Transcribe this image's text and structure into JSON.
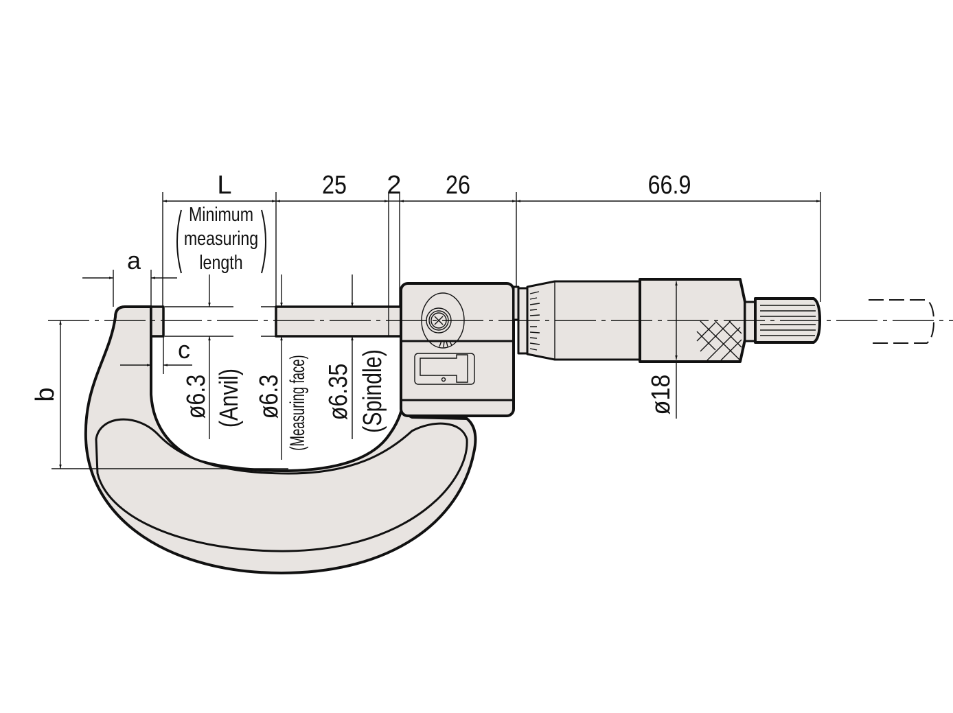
{
  "title": "Micrometer dimensional drawing",
  "colors": {
    "part_fill": "#e8e4e1",
    "line": "#111111"
  },
  "dimensions": {
    "L": "L",
    "d25": "25",
    "d2": "2",
    "d26": "26",
    "d669": "66.9",
    "min_len_1": "Minimum",
    "min_len_2": "measuring",
    "min_len_3": "length",
    "a": "a",
    "b": "b",
    "c": "c",
    "anvil_dia": "ø6.3",
    "anvil_label": "(Anvil)",
    "face_dia": "ø6.3",
    "face_label": "(Measuring face)",
    "spindle_dia": "ø6.35",
    "spindle_label": "(Spindle)",
    "thimble_dia": "ø18"
  }
}
